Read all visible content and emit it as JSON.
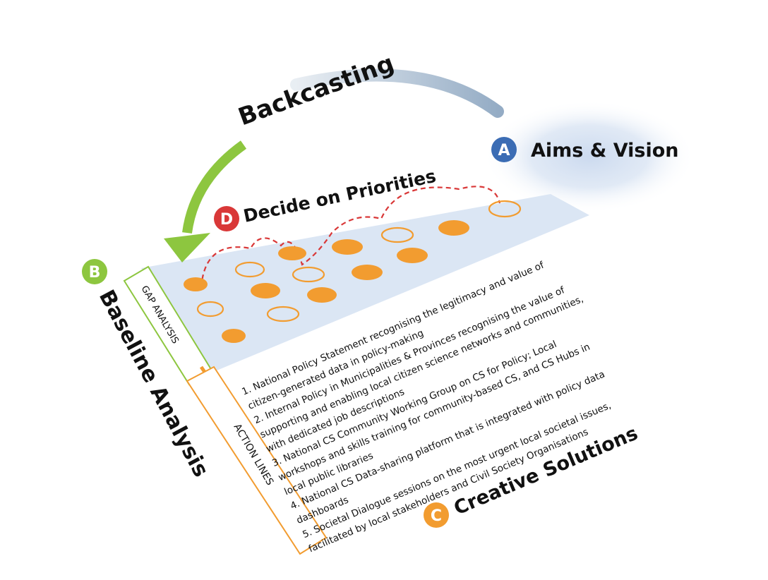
{
  "backcasting": "Backcasting",
  "aims": {
    "letter": "A",
    "label": "Aims & Vision"
  },
  "decide": {
    "letter": "D",
    "label": "Decide on Priorities"
  },
  "baseline": {
    "letter": "B",
    "label": "Baseline Analysis"
  },
  "creative": {
    "letter": "C",
    "label": "Creative Solutions"
  },
  "gap_label": "GAP ANALYSIS",
  "action_label": "ACTION LINES",
  "action_lines": [
    "1. National Policy Statement recognising the legitimacy and value of",
    "citizen-generated data in policy-making",
    "2. Internal Policy in Municipalities & Provinces recognising the value of",
    "supporting and enabling local citizen science networks and communities,",
    "with dedicated job descriptions",
    "3. National CS Community Working Group on CS for Policy;  Local",
    "workshops and skills training for community-based CS, and CS Hubs in",
    "local public libraries",
    "4. National CS Data-sharing platform that is integrated with policy data",
    "dashboards",
    "5. Societal Dialogue sessions on the most urgent local societal issues,",
    "facilitated by local stakeholders and Civil Society Organisations"
  ],
  "colors": {
    "aims_badge": "#3b6cb4",
    "decide_badge": "#d93838",
    "baseline_badge": "#8dc63f",
    "creative_badge": "#f29c30",
    "orange": "#f29c30",
    "green_arrow": "#8dc63f",
    "funnel": "#dbe6f4",
    "dashed": "#d93838"
  }
}
